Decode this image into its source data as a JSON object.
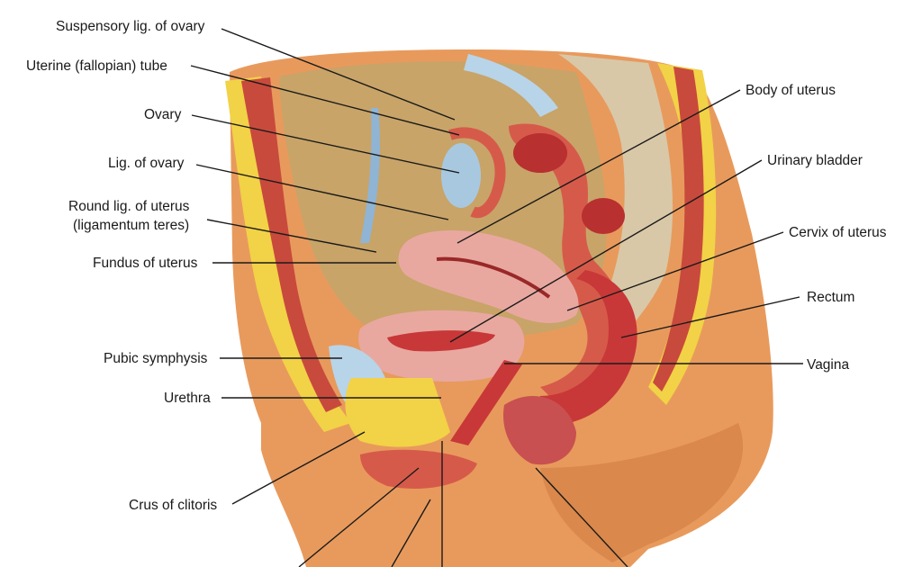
{
  "labels_left": [
    {
      "id": "suspensory",
      "text": "Suspensory lig. of ovary"
    },
    {
      "id": "uterine-tube",
      "text": "Uterine (fallopian) tube"
    },
    {
      "id": "ovary",
      "text": "Ovary"
    },
    {
      "id": "lig-ovary",
      "text": "Lig. of ovary"
    },
    {
      "id": "round-lig",
      "text": "Round lig. of uterus"
    },
    {
      "id": "round-lig-2",
      "text": "(ligamentum teres)"
    },
    {
      "id": "fundus",
      "text": "Fundus of uterus"
    },
    {
      "id": "pubic",
      "text": "Pubic symphysis"
    },
    {
      "id": "urethra",
      "text": "Urethra"
    },
    {
      "id": "crus",
      "text": "Crus of clitoris"
    }
  ],
  "labels_right": [
    {
      "id": "body-uterus",
      "text": "Body of uterus"
    },
    {
      "id": "bladder",
      "text": "Urinary bladder"
    },
    {
      "id": "cervix",
      "text": "Cervix of uterus"
    },
    {
      "id": "rectum",
      "text": "Rectum"
    },
    {
      "id": "vagina",
      "text": "Vagina"
    }
  ],
  "colors": {
    "skin": "#e89a5c",
    "skin_dark": "#c86e38",
    "fat": "#f2d246",
    "muscle": "#c84a3c",
    "organ_pink": "#e8a8a0",
    "organ_red": "#c83838",
    "bone_blue": "#b8d4e8",
    "cavity": "#c8a468",
    "spine": "#d8c8a8"
  }
}
